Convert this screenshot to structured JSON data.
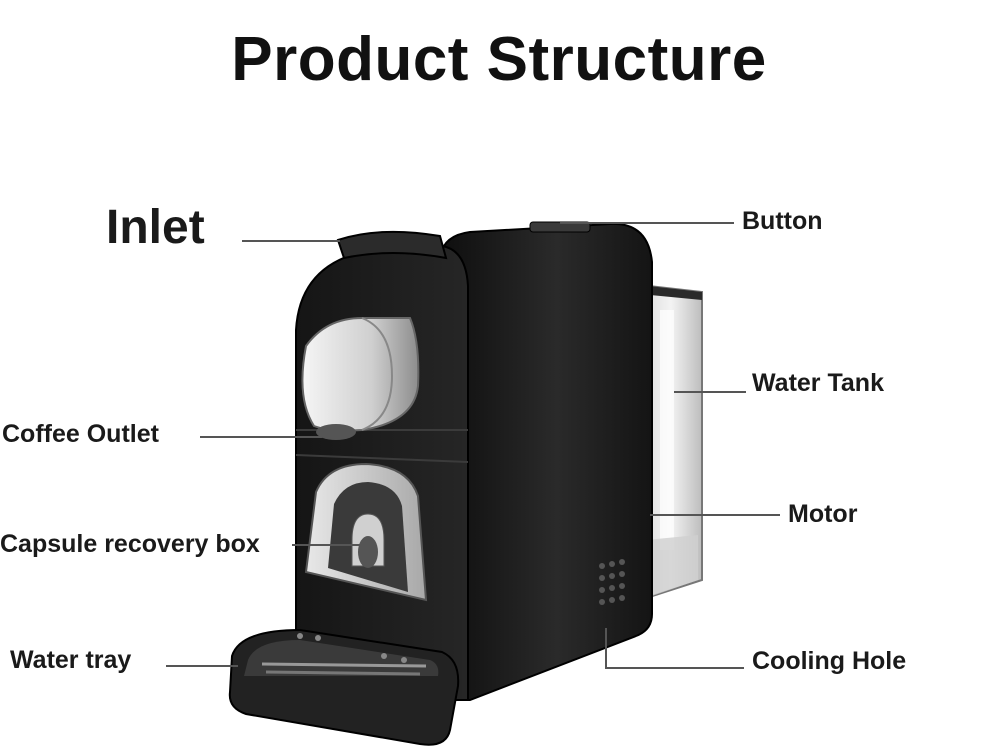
{
  "title": "Product Structure",
  "labels": {
    "inlet": "Inlet",
    "button": "Button",
    "water_tank": "Water Tank",
    "coffee_outlet": "Coffee Outlet",
    "motor": "Motor",
    "capsule_recovery_box": "Capsule recovery box",
    "water_tray": "Water tray",
    "cooling_hole": "Cooling Hole"
  },
  "colors": {
    "body": "#1c1c1c",
    "leader_line": "#555555",
    "text": "#1a1a1a"
  }
}
